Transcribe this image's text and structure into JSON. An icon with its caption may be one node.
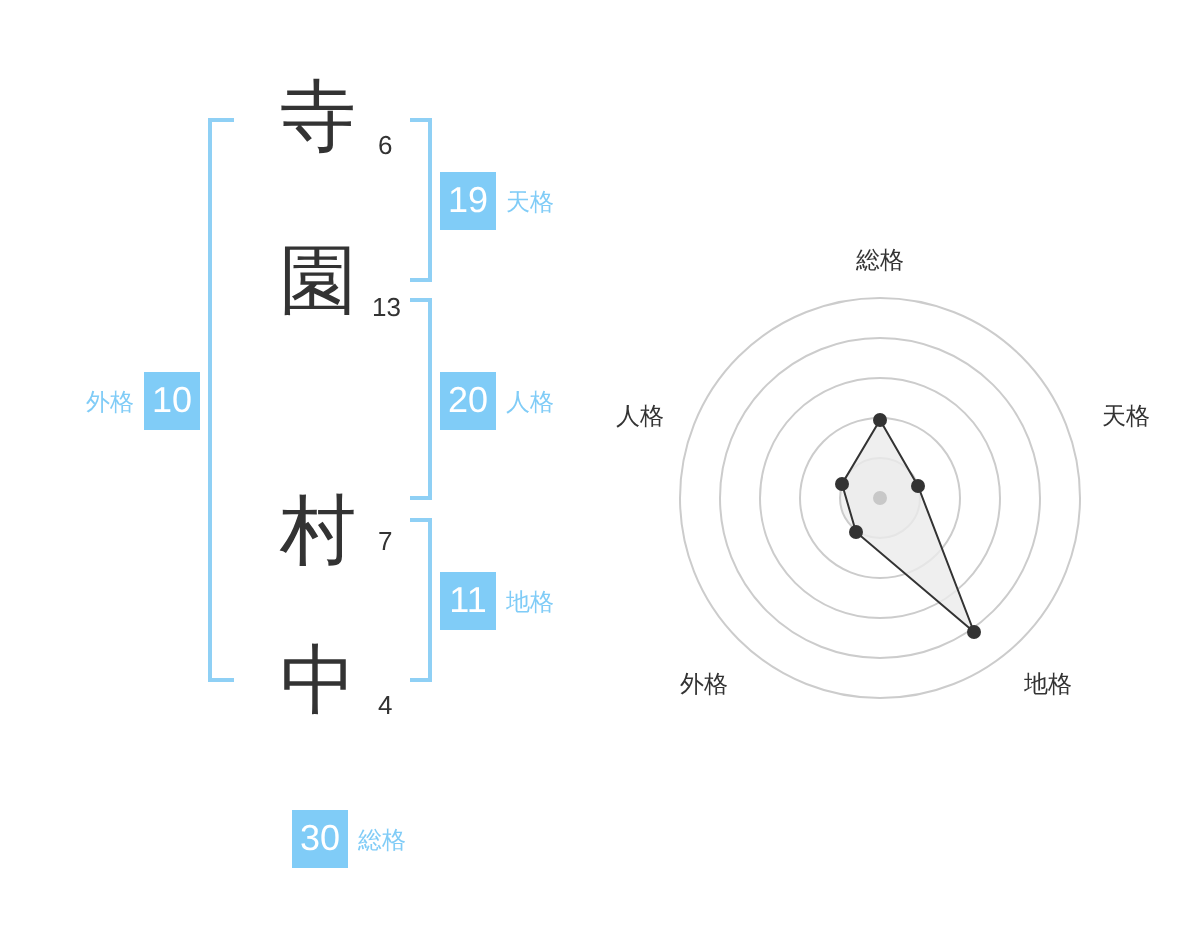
{
  "diagram": {
    "nodes": [
      {
        "text": [
          "19"
        ],
        "beside": [
          "天格"
        ]
      },
      {
        "text": [
          "10"
        ],
        "beside": [
          "外格"
        ]
      },
      {
        "text": [
          "20"
        ],
        "beside": [
          "人格"
        ]
      },
      {
        "text": [
          "11"
        ],
        "beside": [
          "地格"
        ]
      },
      {
        "text": [
          "30"
        ],
        "beside": [
          "総格"
        ]
      }
    ],
    "labels": [
      "寺",
      "6",
      "園",
      "13",
      "村",
      "7",
      "中",
      "4",
      "総格",
      "人格",
      "天格",
      "外格",
      "地格"
    ]
  }
}
